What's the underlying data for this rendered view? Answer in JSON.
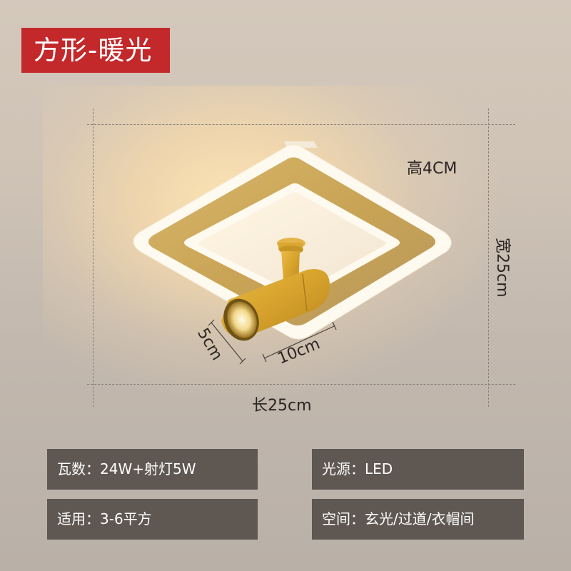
{
  "title_badge": {
    "label": "方形-暖光",
    "color": "#c3282a"
  },
  "product": {
    "name": "square ceiling lamp with gold spotlight",
    "colors": {
      "frame_gold": "#c9a860",
      "led_white": "#fffaf0",
      "spotlight_gold": "#d9a62e"
    }
  },
  "dimensions": {
    "height": "高4CM",
    "width": "宽25cm",
    "length": "长25cm",
    "spot_diameter": "5cm",
    "spot_length": "10cm"
  },
  "specs": [
    {
      "label": "瓦数：",
      "value": "24W+射灯5W"
    },
    {
      "label": "光源：",
      "value": "LED"
    },
    {
      "label": "适用：",
      "value": "3-6平方"
    },
    {
      "label": "空间：",
      "value": "玄光/过道/衣帽间"
    }
  ]
}
